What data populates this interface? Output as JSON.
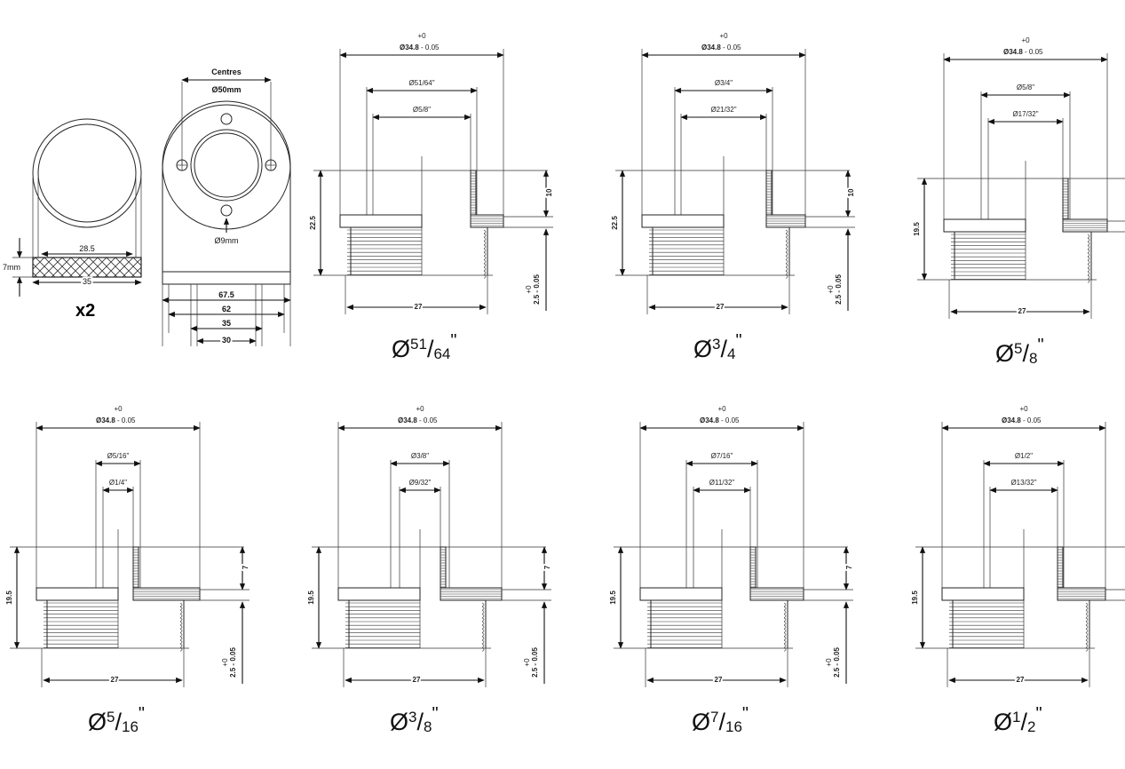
{
  "washer": {
    "inner": "28.5",
    "outer": "35",
    "thickness": "7mm",
    "qty": "x2"
  },
  "bracket": {
    "centres_label": "Centres",
    "centres_value": "Ø50mm",
    "hole": "Ø9mm",
    "dims": [
      "67.5",
      "62",
      "35",
      "30"
    ]
  },
  "fittings": [
    {
      "id": "51-64",
      "tol_top": "+0",
      "od": "Ø34.8",
      "od_tol": "- 0.05",
      "bore_outer": "Ø51/64\"",
      "bore_inner": "Ø5/8\"",
      "height": "22.5",
      "collar": "10",
      "thread_len": "27",
      "thread_tol_top": "+0",
      "thread_tol": "2.5 - 0.05",
      "caption_main": "Ø",
      "caption_num": "51",
      "caption_den": "64",
      "caption_mark": "\""
    },
    {
      "id": "3-4",
      "tol_top": "+0",
      "od": "Ø34.8",
      "od_tol": "- 0.05",
      "bore_outer": "Ø3/4\"",
      "bore_inner": "Ø21/32\"",
      "height": "22.5",
      "collar": "10",
      "thread_len": "27",
      "thread_tol_top": "+0",
      "thread_tol": "2.5 - 0.05",
      "caption_main": "Ø",
      "caption_num": "3",
      "caption_den": "4",
      "caption_mark": "\""
    },
    {
      "id": "5-8",
      "tol_top": "+0",
      "od": "Ø34.8",
      "od_tol": "- 0.05",
      "bore_outer": "Ø5/8\"",
      "bore_inner": "Ø17/32\"",
      "height": "19.5",
      "collar": "",
      "thread_len": "27",
      "thread_tol_top": "",
      "thread_tol": "",
      "caption_main": "Ø",
      "caption_num": "5",
      "caption_den": "8",
      "caption_mark": "\""
    },
    {
      "id": "5-16",
      "tol_top": "+0",
      "od": "Ø34.8",
      "od_tol": "- 0.05",
      "bore_outer": "Ø5/16\"",
      "bore_inner": "Ø1/4\"",
      "height": "19.5",
      "collar": "7",
      "thread_len": "27",
      "thread_tol_top": "+0",
      "thread_tol": "2.5 - 0.05",
      "caption_main": "Ø",
      "caption_num": "5",
      "caption_den": "16",
      "caption_mark": "\""
    },
    {
      "id": "3-8",
      "tol_top": "+0",
      "od": "Ø34.8",
      "od_tol": "- 0.05",
      "bore_outer": "Ø3/8\"",
      "bore_inner": "Ø9/32\"",
      "height": "19.5",
      "collar": "7",
      "thread_len": "27",
      "thread_tol_top": "+0",
      "thread_tol": "2.5 - 0.05",
      "caption_main": "Ø",
      "caption_num": "3",
      "caption_den": "8",
      "caption_mark": "\""
    },
    {
      "id": "7-16",
      "tol_top": "+0",
      "od": "Ø34.8",
      "od_tol": "- 0.05",
      "bore_outer": "Ø7/16\"",
      "bore_inner": "Ø11/32\"",
      "height": "19.5",
      "collar": "7",
      "thread_len": "27",
      "thread_tol_top": "+0",
      "thread_tol": "2.5 - 0.05",
      "caption_main": "Ø",
      "caption_num": "7",
      "caption_den": "16",
      "caption_mark": "\""
    },
    {
      "id": "1-2",
      "tol_top": "+0",
      "od": "Ø34.8",
      "od_tol": "- 0.05",
      "bore_outer": "Ø1/2\"",
      "bore_inner": "Ø13/32\"",
      "height": "19.5",
      "collar": "",
      "thread_len": "27",
      "thread_tol_top": "",
      "thread_tol": "",
      "caption_main": "Ø",
      "caption_num": "1",
      "caption_den": "2",
      "caption_mark": "\""
    }
  ]
}
